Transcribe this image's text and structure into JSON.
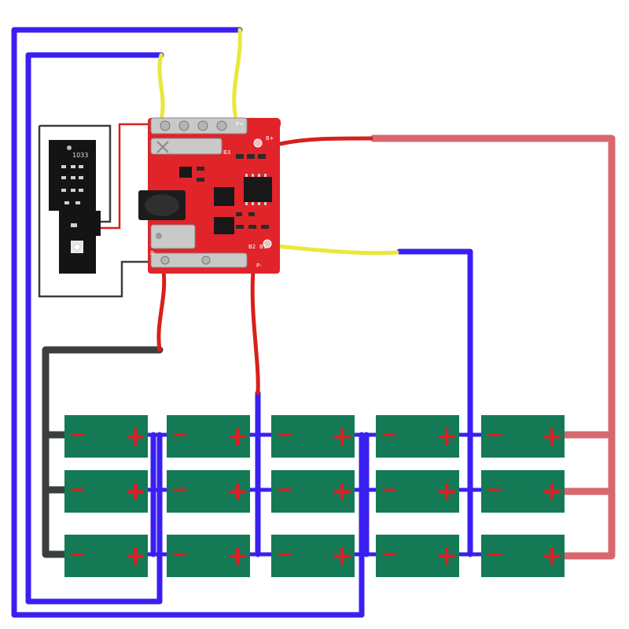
{
  "colors": {
    "wire_blue": "#3a1ff0",
    "wire_red_thin": "#d8201a",
    "wire_red_thick": "#d8676e",
    "wire_yellow": "#e8e83a",
    "wire_black": "#3a3f3e",
    "cell": "#137a55",
    "cell_sign": "#e81a22",
    "pcb_red": "#e0242a",
    "led_board": "#141414"
  },
  "bms_board": {
    "pad_labels": [
      "B-",
      "B+",
      "P+",
      "P-",
      "B2",
      "B1",
      "B3"
    ],
    "chip_label": "B3"
  },
  "led_board": {
    "label": "1033"
  },
  "cell_rows": [
    [
      {
        "neg": "−",
        "pos": "+"
      },
      {
        "neg": "−",
        "pos": "+"
      },
      {
        "neg": "−",
        "pos": "+"
      },
      {
        "neg": "−",
        "pos": "+"
      },
      {
        "neg": "−",
        "pos": "+"
      }
    ],
    [
      {
        "neg": "−",
        "pos": "+"
      },
      {
        "neg": "−",
        "pos": "+"
      },
      {
        "neg": "−",
        "pos": "+"
      },
      {
        "neg": "−",
        "pos": "+"
      },
      {
        "neg": "−",
        "pos": "+"
      }
    ],
    [
      {
        "neg": "−",
        "pos": "+"
      },
      {
        "neg": "−",
        "pos": "+"
      },
      {
        "neg": "−",
        "pos": "+"
      },
      {
        "neg": "−",
        "pos": "+"
      },
      {
        "neg": "−",
        "pos": "+"
      }
    ]
  ]
}
